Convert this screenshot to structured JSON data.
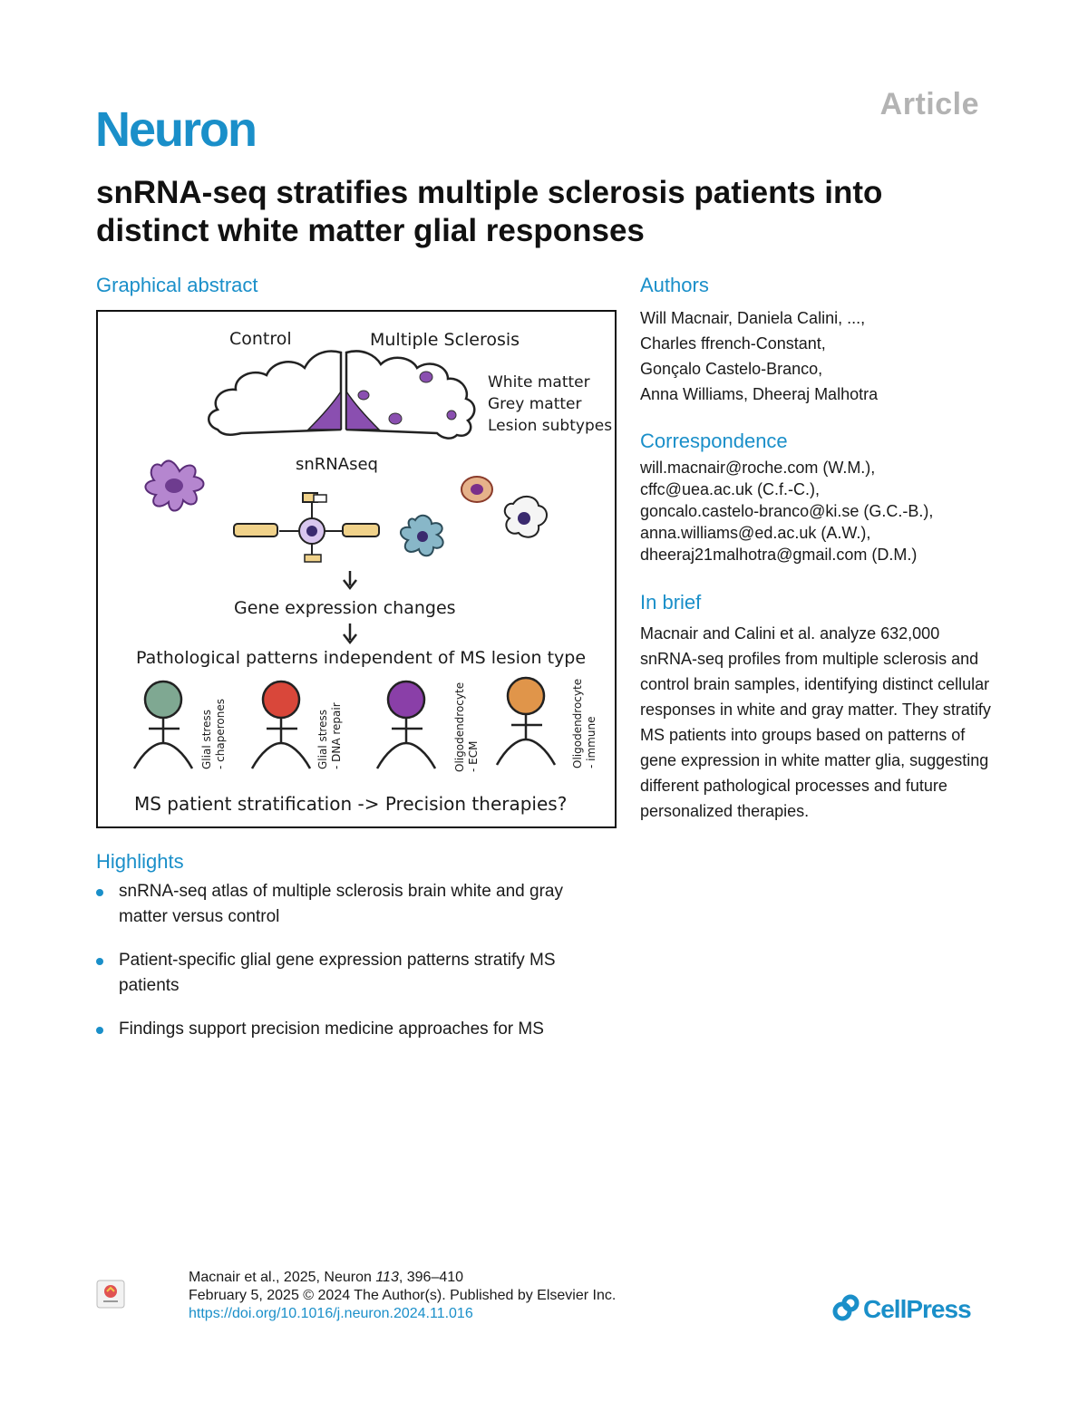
{
  "header": {
    "article_label": "Article",
    "journal": "Neuron",
    "title": "snRNA-seq stratifies multiple sclerosis patients into distinct white matter glial responses"
  },
  "graphical_abstract": {
    "heading": "Graphical abstract",
    "labels": {
      "control": "Control",
      "ms": "Multiple Sclerosis",
      "white_matter": "White matter",
      "grey_matter": "Grey matter",
      "lesion_subtypes": "Lesion subtypes",
      "snrnaseq": "snRNAseq",
      "gene_expression": "Gene expression changes",
      "patterns": "Pathological patterns independent of MS lesion type",
      "stratification": "MS patient stratification -> Precision therapies?"
    },
    "patients": [
      {
        "line1": "Glial stress",
        "line2": "- chaperones",
        "color": "#7fa892"
      },
      {
        "line1": "Glial stress",
        "line2": "- DNA repair",
        "color": "#d9473a"
      },
      {
        "line1": "Oligodendrocyte",
        "line2": "- ECM",
        "color": "#8a3fa8"
      },
      {
        "line1": "Oligodendrocyte",
        "line2": "- immune",
        "color": "#e0954a"
      }
    ]
  },
  "highlights": {
    "heading": "Highlights",
    "items": [
      "snRNA-seq atlas of multiple sclerosis brain white and gray matter versus control",
      "Patient-specific glial gene expression patterns stratify MS patients",
      "Findings support precision medicine approaches for MS"
    ]
  },
  "authors": {
    "heading": "Authors",
    "lines": [
      "Will Macnair, Daniela Calini, ...,",
      "Charles ffrench-Constant,",
      "Gonçalo Castelo-Branco,",
      "Anna Williams, Dheeraj Malhotra"
    ]
  },
  "correspondence": {
    "heading": "Correspondence",
    "lines": [
      "will.macnair@roche.com (W.M.),",
      "cffc@uea.ac.uk (C.f.-C.),",
      "goncalo.castelo-branco@ki.se (G.C.-B.),",
      "anna.williams@ed.ac.uk (A.W.),",
      "dheeraj21malhotra@gmail.com (D.M.)"
    ]
  },
  "in_brief": {
    "heading": "In brief",
    "text": "Macnair and Calini et al. analyze 632,000 snRNA-seq profiles from multiple sclerosis and control brain samples, identifying distinct cellular responses in white and gray matter. They stratify MS patients into groups based on patterns of gene expression in white matter glia, suggesting different pathological processes and future personalized therapies."
  },
  "citation": {
    "authors": "Macnair et al., 2025, Neuron ",
    "volume": "113",
    "pages": ", 396–410",
    "date_line": "February 5, 2025 © 2024 The Author(s). Published by Elsevier Inc.",
    "doi": "https://doi.org/10.1016/j.neuron.2024.11.016"
  },
  "footer": {
    "publisher": "CellPress"
  },
  "colors": {
    "accent": "#1a8fc9",
    "article_label": "#b3b3b3",
    "lesion_purple": "#8a4fb0"
  }
}
